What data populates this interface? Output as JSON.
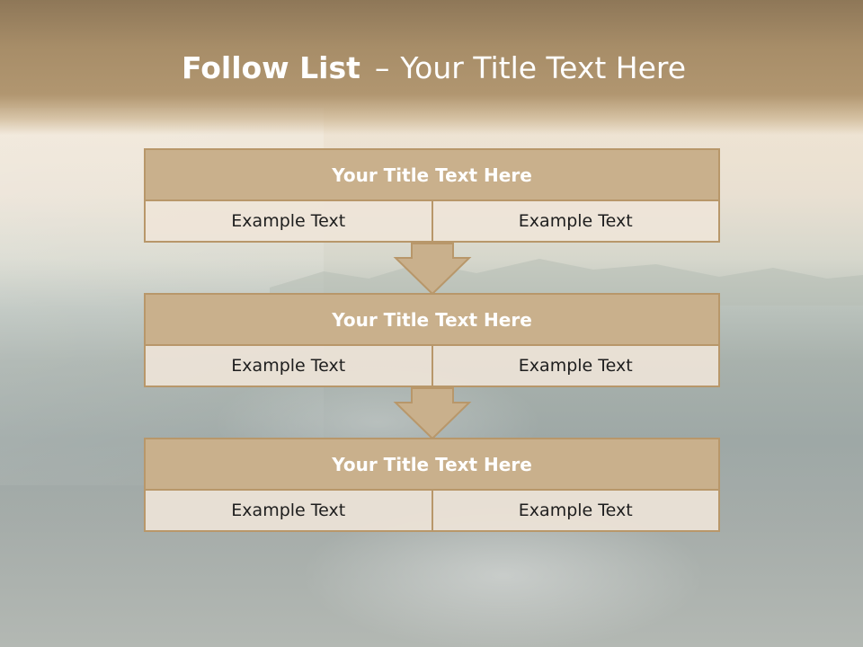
{
  "slide": {
    "title_bold": "Follow List",
    "title_sep": "–",
    "title_rest": "Your Title Text Here"
  },
  "boxes": [
    {
      "title": "Your Title Text Here",
      "left": "Example Text",
      "right": "Example Text"
    },
    {
      "title": "Your Title Text Here",
      "left": "Example Text",
      "right": "Example Text"
    },
    {
      "title": "Your Title Text Here",
      "left": "Example Text",
      "right": "Example Text"
    }
  ],
  "colors": {
    "box_header": "#c9b08c",
    "box_border": "#b8976a",
    "box_body": "#eee4d8",
    "top_band": "#a78d68"
  }
}
